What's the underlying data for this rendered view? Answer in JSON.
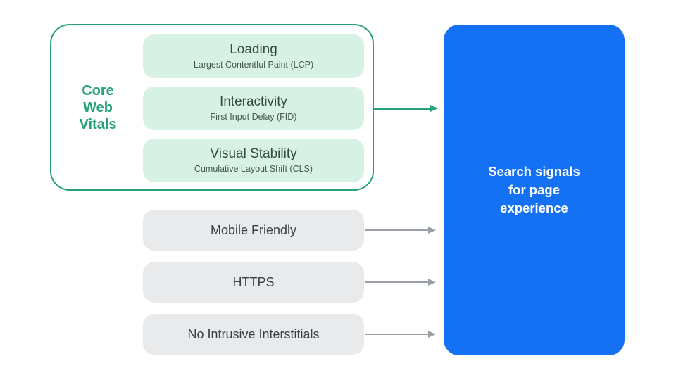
{
  "colors": {
    "green_accent": "#27a17b",
    "green_light_fill": "#d7f2e5",
    "metric_title_text": "#33493f",
    "metric_subtitle_text": "#47594f",
    "gray_fill": "#e9eaec",
    "gray_text": "#3c4043",
    "gray_arrow": "#9aa0a6",
    "blue_panel": "#1571f3",
    "panel_text": "#ffffff",
    "background": "#ffffff"
  },
  "core_web_vitals": {
    "label_lines": [
      "Core",
      "Web",
      "Vitals"
    ],
    "metrics": [
      {
        "title": "Loading",
        "subtitle": "Largest Contentful Paint (LCP)"
      },
      {
        "title": "Interactivity",
        "subtitle": "First Input Delay (FID)"
      },
      {
        "title": "Visual Stability",
        "subtitle": "Cumulative Layout Shift (CLS)"
      }
    ]
  },
  "other_signals": [
    {
      "label": "Mobile Friendly"
    },
    {
      "label": "HTTPS"
    },
    {
      "label": "No Intrusive Interstitials"
    }
  ],
  "result_panel": {
    "title_lines": [
      "Search signals",
      "for page",
      "experience"
    ]
  }
}
